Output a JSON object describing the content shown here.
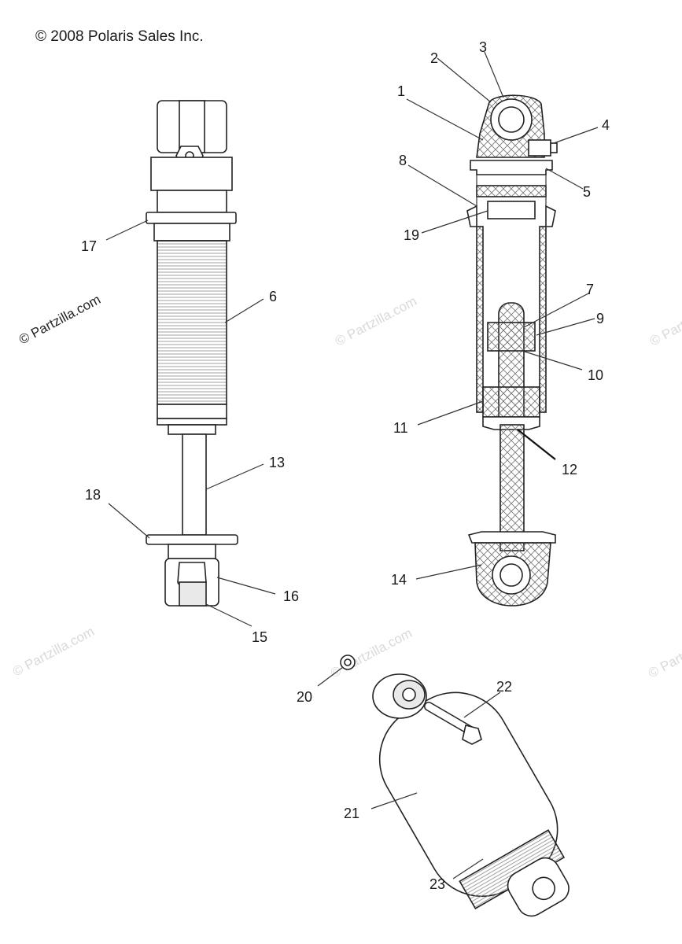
{
  "copyright": "© 2008 Polaris Sales Inc.",
  "watermark": "© Partzilla.com",
  "callouts": {
    "c1": "1",
    "c2": "2",
    "c3": "3",
    "c4": "4",
    "c5": "5",
    "c6": "6",
    "c7": "7",
    "c8": "8",
    "c9": "9",
    "c10": "10",
    "c11": "11",
    "c12": "12",
    "c13": "13",
    "c14": "14",
    "c15": "15",
    "c16": "16",
    "c17": "17",
    "c18": "18",
    "c19": "19",
    "c20": "20",
    "c21": "21",
    "c22": "22",
    "c23": "23"
  }
}
